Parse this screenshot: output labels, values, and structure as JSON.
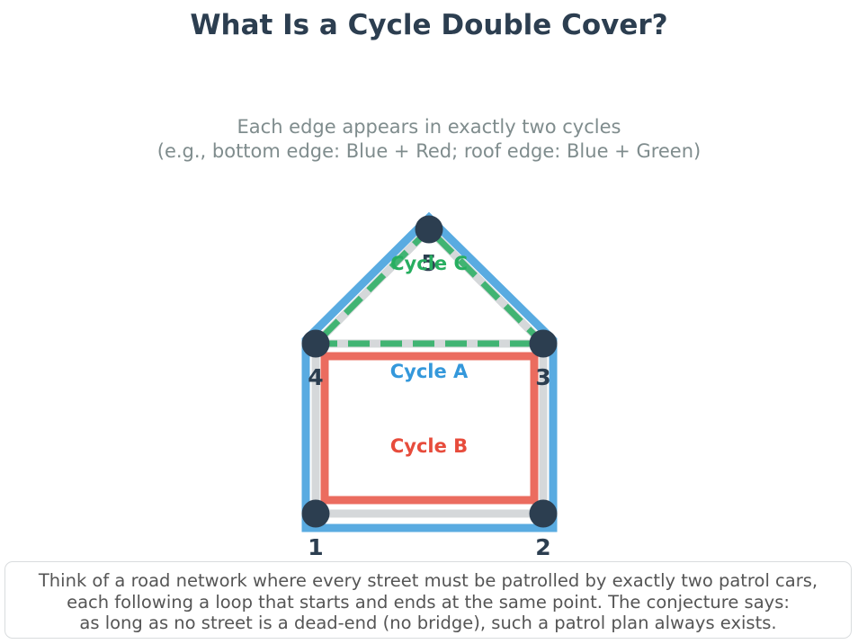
{
  "title": "What Is a Cycle Double Cover?",
  "subtitle": {
    "line1": "Each edge appears in exactly two cycles",
    "line2": "(e.g., bottom edge: Blue + Red; roof edge: Blue + Green)"
  },
  "graph": {
    "vertices": [
      {
        "id": "1",
        "label": "1"
      },
      {
        "id": "2",
        "label": "2"
      },
      {
        "id": "3",
        "label": "3"
      },
      {
        "id": "4",
        "label": "4"
      },
      {
        "id": "5",
        "label": "5"
      }
    ],
    "edges": [
      {
        "from": "1",
        "to": "2"
      },
      {
        "from": "2",
        "to": "3"
      },
      {
        "from": "3",
        "to": "4"
      },
      {
        "from": "4",
        "to": "1"
      },
      {
        "from": "4",
        "to": "5"
      },
      {
        "from": "5",
        "to": "3"
      }
    ],
    "cycles": [
      {
        "name": "A",
        "label": "Cycle A",
        "color": "#3498db",
        "style": "solid",
        "path": [
          "1",
          "2",
          "3",
          "5",
          "4"
        ]
      },
      {
        "name": "B",
        "label": "Cycle B",
        "color": "#e74c3c",
        "style": "solid",
        "path": [
          "1",
          "2",
          "3",
          "4"
        ]
      },
      {
        "name": "C",
        "label": "Cycle C",
        "color": "#27ae60",
        "style": "dashed",
        "path": [
          "4",
          "3",
          "5"
        ]
      }
    ],
    "colors": {
      "edge_base": "#d5d8da",
      "vertex": "#2c3e50",
      "vertex_label": "#2c3e50"
    }
  },
  "caption": {
    "line1": "Think of a road network where every street must be patrolled by exactly two patrol cars,",
    "line2": "each following a loop that starts and ends at the same point. The conjecture says:",
    "line3": "as long as no street is a dead-end (no bridge), such a patrol plan always exists."
  }
}
